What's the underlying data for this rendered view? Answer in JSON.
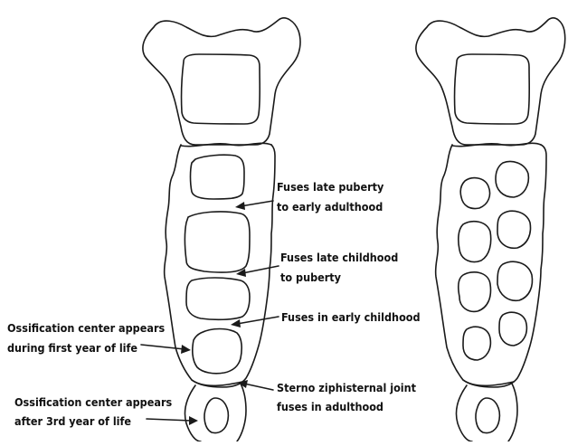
{
  "colors": {
    "line": "#1a1a1a",
    "background": "#ffffff"
  },
  "labels": {
    "late_puberty": [
      "Fuses late puberty",
      "to early adulthood"
    ],
    "late_childhood": [
      "Fuses late childhood",
      " to puberty"
    ],
    "early_childhood": [
      "Fuses in early childhood"
    ],
    "first_year": [
      "Ossification center appears",
      "during first year of life"
    ],
    "xiphisternal": [
      "Sterno ziphisternal joint",
      "fuses in adulthood"
    ],
    "third_year": [
      "Ossification center appears",
      "after 3rd year of life"
    ]
  }
}
